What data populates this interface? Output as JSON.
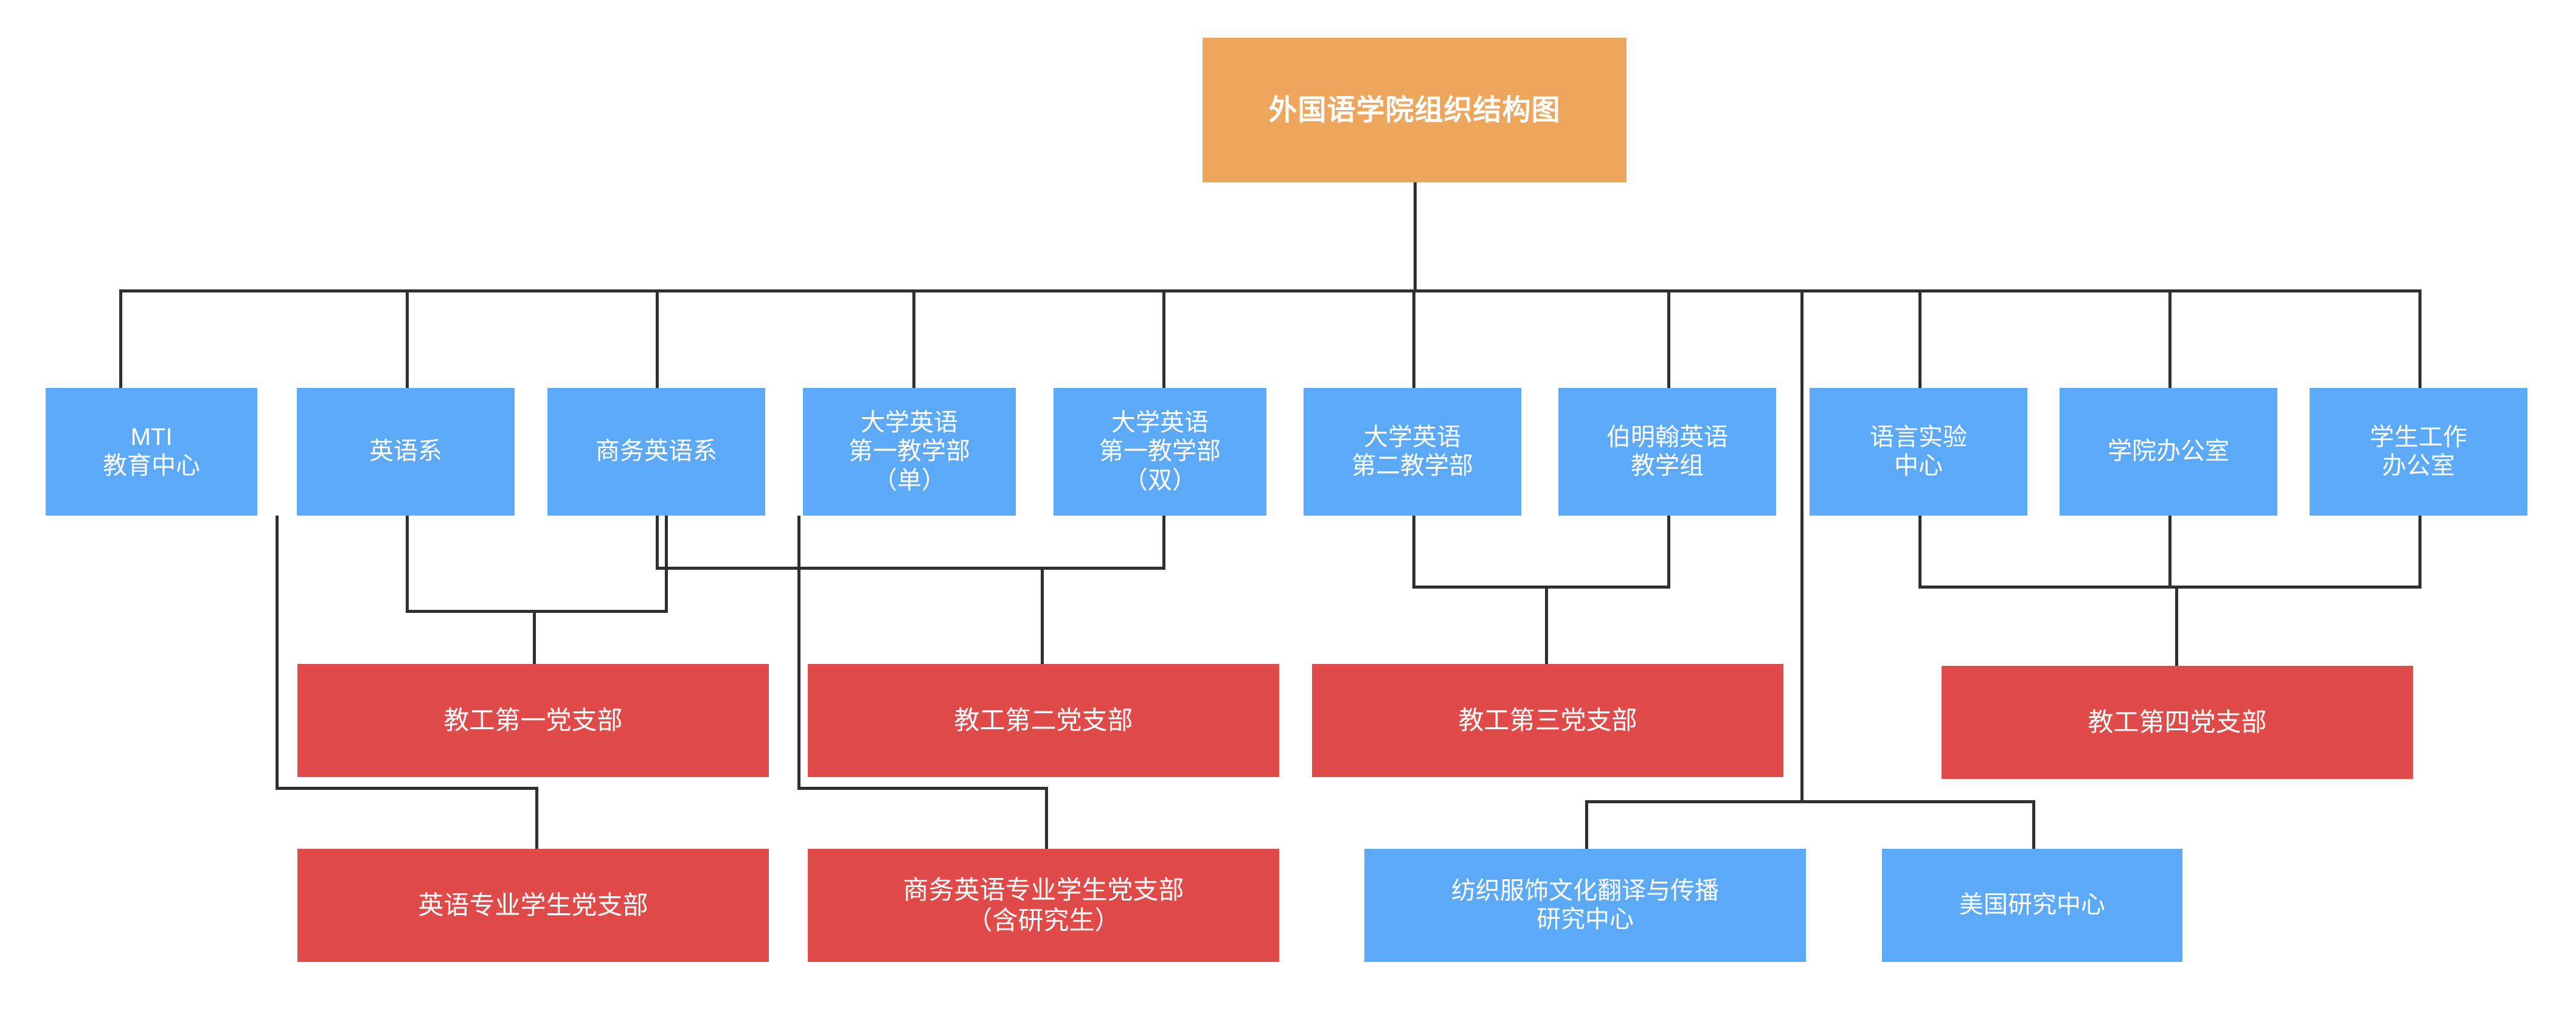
{
  "chart_data": {
    "type": "diagram",
    "title": "外国语学院组织结构图",
    "orientation": "top-down",
    "colors": {
      "root": "#EDA65C",
      "unit": "#5BA9F7",
      "party_branch": "#E04A48",
      "research_center": "#5BA9F7",
      "connector": "#2f2f2f",
      "text": "#FFFFFF",
      "background": "#FFFFFF"
    },
    "levels": [
      {
        "name": "root",
        "nodes": [
          "外国语学院组织结构图"
        ]
      },
      {
        "name": "departments-and-offices",
        "nodes": [
          "MTI\n教育中心",
          "英语系",
          "商务英语系",
          "大学英语\n第一教学部\n（单）",
          "大学英语\n第一教学部\n（双）",
          "大学英语\n第二教学部",
          "伯明翰英语\n教学组",
          "语言实验\n中心",
          "学院办公室",
          "学生工作\n办公室"
        ]
      },
      {
        "name": "faculty-party-branches",
        "nodes": [
          "教工第一党支部",
          "教工第二党支部",
          "教工第三党支部",
          "教工第四党支部"
        ]
      },
      {
        "name": "student-party-branches-and-research-centers",
        "nodes": [
          "英语专业学生党支部",
          "商务英语专业学生党支部\n（含研究生）",
          "纺织服饰文化翻译与传播\n研究中心",
          "美国研究中心"
        ]
      }
    ],
    "edges": [
      {
        "from": "外国语学院组织结构图",
        "to": "MTI\n教育中心"
      },
      {
        "from": "外国语学院组织结构图",
        "to": "英语系"
      },
      {
        "from": "外国语学院组织结构图",
        "to": "商务英语系"
      },
      {
        "from": "外国语学院组织结构图",
        "to": "大学英语\n第一教学部\n（单）"
      },
      {
        "from": "外国语学院组织结构图",
        "to": "大学英语\n第一教学部\n（双）"
      },
      {
        "from": "外国语学院组织结构图",
        "to": "大学英语\n第二教学部"
      },
      {
        "from": "外国语学院组织结构图",
        "to": "伯明翰英语\n教学组"
      },
      {
        "from": "外国语学院组织结构图",
        "to": "语言实验\n中心"
      },
      {
        "from": "外国语学院组织结构图",
        "to": "学院办公室"
      },
      {
        "from": "外国语学院组织结构图",
        "to": "学生工作\n办公室"
      },
      {
        "from": "英语系",
        "to": "教工第一党支部"
      },
      {
        "from": "商务英语系",
        "to": "教工第二党支部"
      },
      {
        "from": "大学英语\n第一教学部\n（单）",
        "to": "教工第一党支部"
      },
      {
        "from": "大学英语\n第一教学部\n（双）",
        "to": "教工第二党支部"
      },
      {
        "from": "大学英语\n第二教学部",
        "to": "教工第三党支部"
      },
      {
        "from": "伯明翰英语\n教学组",
        "to": "教工第三党支部"
      },
      {
        "from": "语言实验\n中心",
        "to": "教工第四党支部"
      },
      {
        "from": "学院办公室",
        "to": "教工第四党支部"
      },
      {
        "from": "学生工作\n办公室",
        "to": "教工第四党支部"
      },
      {
        "from": "英语系",
        "to": "英语专业学生党支部"
      },
      {
        "from": "商务英语系",
        "to": "商务英语专业学生党支部\n（含研究生）"
      },
      {
        "from": "外国语学院组织结构图",
        "to": "纺织服饰文化翻译与传播\n研究中心"
      },
      {
        "from": "外国语学院组织结构图",
        "to": "美国研究中心"
      }
    ]
  },
  "root": {
    "label": "外国语学院组织结构图"
  },
  "units": [
    {
      "id": "mti",
      "label": "MTI\n教育中心"
    },
    {
      "id": "english-dept",
      "label": "英语系"
    },
    {
      "id": "business-dept",
      "label": "商务英语系"
    },
    {
      "id": "ce-teach1-odd",
      "label": "大学英语\n第一教学部\n（单）"
    },
    {
      "id": "ce-teach1-even",
      "label": "大学英语\n第一教学部\n（双）"
    },
    {
      "id": "ce-teach2",
      "label": "大学英语\n第二教学部"
    },
    {
      "id": "birmingham",
      "label": "伯明翰英语\n教学组"
    },
    {
      "id": "lang-lab",
      "label": "语言实验\n中心"
    },
    {
      "id": "college-office",
      "label": "学院办公室"
    },
    {
      "id": "student-office",
      "label": "学生工作\n办公室"
    }
  ],
  "party_branches": [
    {
      "id": "branch-1",
      "label": "教工第一党支部"
    },
    {
      "id": "branch-2",
      "label": "教工第二党支部"
    },
    {
      "id": "branch-3",
      "label": "教工第三党支部"
    },
    {
      "id": "branch-4",
      "label": "教工第四党支部"
    }
  ],
  "student_branches": [
    {
      "id": "stu-english",
      "label": "英语专业学生党支部"
    },
    {
      "id": "stu-business",
      "label": "商务英语专业学生党支部\n（含研究生）"
    }
  ],
  "research_centers": [
    {
      "id": "textile-center",
      "label": "纺织服饰文化翻译与传播\n研究中心"
    },
    {
      "id": "america-center",
      "label": "美国研究中心"
    }
  ]
}
